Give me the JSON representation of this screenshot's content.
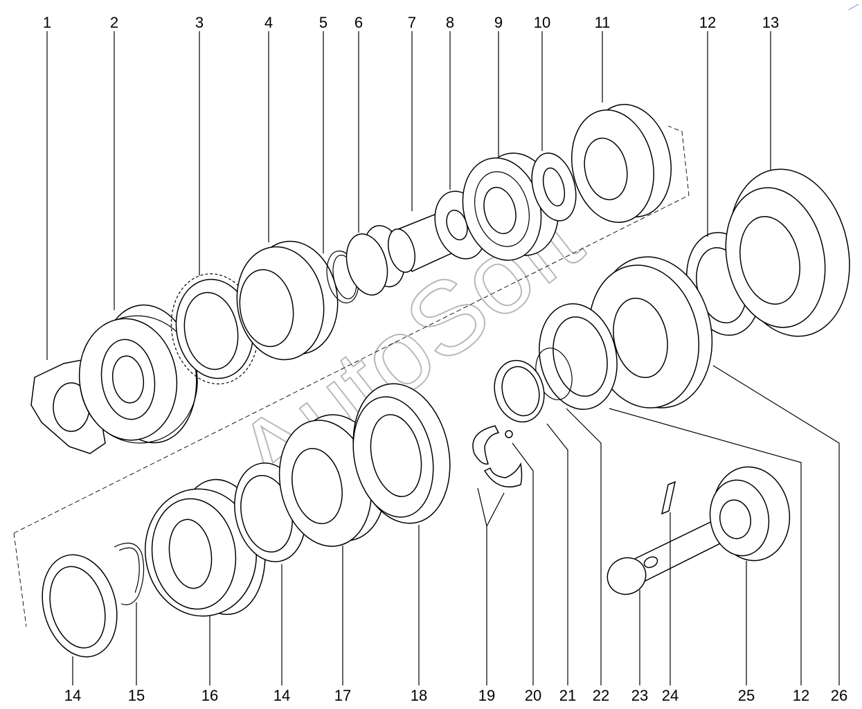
{
  "watermark": "AutoSoft",
  "callouts_top": [
    "1",
    "2",
    "3",
    "4",
    "5",
    "6",
    "7",
    "8",
    "9",
    "10",
    "11",
    "12",
    "13"
  ],
  "callouts_bottom": [
    "14",
    "15",
    "16",
    "14",
    "17",
    "18",
    "19",
    "20",
    "21",
    "22",
    "23",
    "24",
    "25",
    "12",
    "26"
  ],
  "colors": {
    "ink": "#000000",
    "watermark": "#b8b8b8",
    "background": "#ffffff"
  }
}
